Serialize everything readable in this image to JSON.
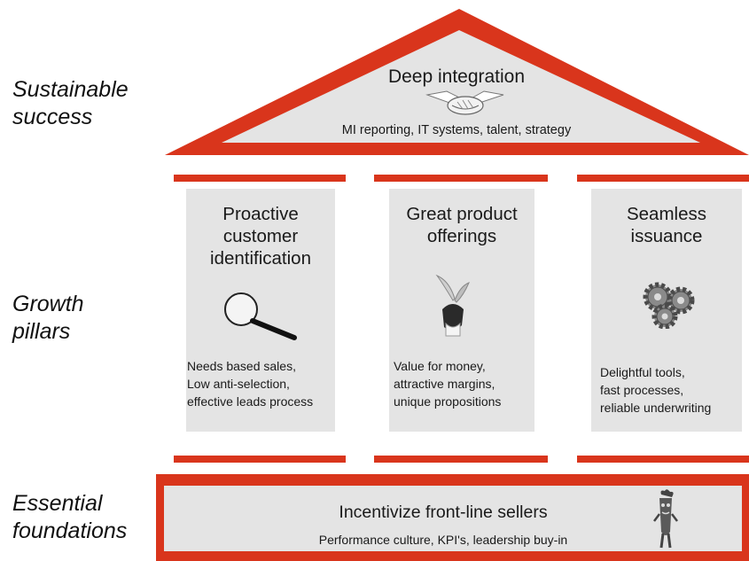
{
  "colors": {
    "accent": "#d9351c",
    "panel": "#e4e4e4"
  },
  "side_labels": {
    "top": "Sustainable\nsuccess",
    "middle": "Growth\npillars",
    "bottom": "Essential\nfoundations"
  },
  "roof": {
    "title": "Deep integration",
    "subtitle": "MI reporting, IT systems, talent, strategy",
    "icon": "handshake-icon"
  },
  "pillars": [
    {
      "title": "Proactive\ncustomer\nidentification",
      "icon": "magnifying-glass-icon",
      "description": "Needs based sales,\nLow anti-selection,\neffective leads process"
    },
    {
      "title": "Great product\nofferings",
      "icon": "seedling-hand-icon",
      "description": "Value for money,\nattractive margins,\nunique propositions"
    },
    {
      "title": "Seamless\nissuance",
      "icon": "gears-icon",
      "description": "Delightful tools,\nfast processes,\nreliable underwriting"
    }
  ],
  "foundation": {
    "title": "Incentivize front-line sellers",
    "subtitle": "Performance culture, KPI's, leadership buy-in",
    "icon": "carrot-character-icon"
  }
}
